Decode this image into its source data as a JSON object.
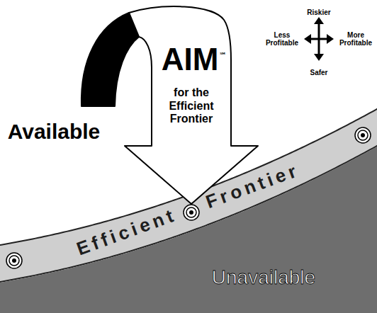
{
  "diagram": {
    "nodes": [
      {
        "text": [
          "AIM",
          "℠",
          "for the Efficient Frontier"
        ]
      },
      {
        "text": [
          "Efficient Frontier"
        ]
      },
      {
        "text": [
          "Unavailable"
        ]
      }
    ],
    "labels": [
      "Riskier",
      "Less Profitable",
      "More Profitable",
      "Safer",
      "Available"
    ]
  }
}
